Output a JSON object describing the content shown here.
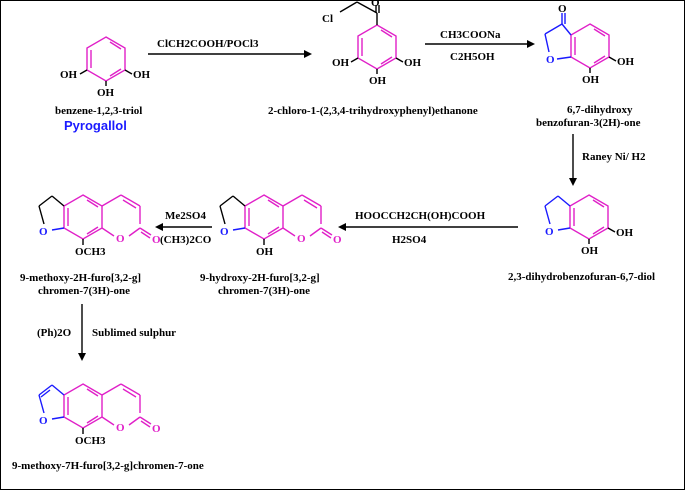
{
  "colors": {
    "ring_aromatic": "#e020c8",
    "ring_heterocycle": "#1a1aff",
    "highlight": "#1a1aff",
    "text": "#000000"
  },
  "compounds": {
    "pyrogallol": {
      "name": "benzene-1,2,3-triol",
      "trivial": "Pyrogallol"
    },
    "chloroketone": {
      "name": "2-chloro-1-(2,3,4-trihydroxyphenyl)ethanone"
    },
    "benzofuranone": {
      "name_line1": "6,7-dihydroxy",
      "name_line2": "benzofuran-3(2H)-one"
    },
    "dihydrobenzofuran": {
      "name": "2,3-dihydrobenzofuran-6,7-diol"
    },
    "hydroxyfurochromenone": {
      "name_line1": "9-hydroxy-2H-furo[3,2-g]",
      "name_line2": "chromen-7(3H)-one"
    },
    "methoxyfurochromenone": {
      "name_line1": "9-methoxy-2H-furo[3,2-g]",
      "name_line2": "chromen-7(3H)-one"
    },
    "methoxsalen": {
      "name": "9-methoxy-7H-furo[3,2-g]chromen-7-one"
    }
  },
  "reagents": {
    "step1": "ClCH2COOH/POCl3",
    "step2_top": "CH3COONa",
    "step2_bottom": "C2H5OH",
    "step3": "Raney Ni/ H2",
    "step4_top": "HOOCCH2CH(OH)COOH",
    "step4_bottom": "H2SO4",
    "step5_top": "Me2SO4",
    "step5_bottom": "(CH3)2CO",
    "step6_left": "(Ph)2O",
    "step6_right": "Sublimed sulphur"
  },
  "atoms": {
    "oh": "OH",
    "o": "O",
    "cl": "Cl",
    "och3": "OCH3"
  }
}
